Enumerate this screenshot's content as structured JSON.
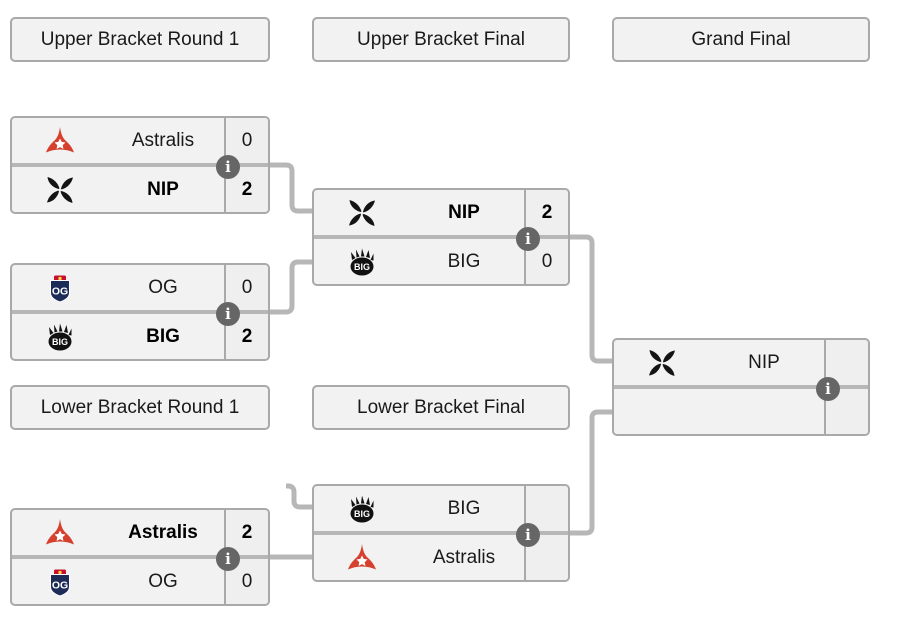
{
  "colors": {
    "box_fill": "#f2f2f2",
    "box_border": "#a9a9a9",
    "connector": "#b7b7b7",
    "info_circle": "#666666",
    "astralis_red": "#d6402e",
    "og_navy": "#1d2b57",
    "og_red": "#c8102e",
    "team_black": "#141414"
  },
  "icons": {
    "info": "i"
  },
  "headers": {
    "ub_r1": "Upper Bracket Round 1",
    "ub_final": "Upper Bracket Final",
    "grand_final": "Grand Final",
    "lb_r1": "Lower Bracket Round 1",
    "lb_final": "Lower Bracket Final"
  },
  "matches": {
    "ub_r1_m1": {
      "top": {
        "name": "Astralis",
        "score": "0",
        "winner": false,
        "logo": "astralis-logo"
      },
      "bottom": {
        "name": "NIP",
        "score": "2",
        "winner": true,
        "logo": "nip-logo"
      }
    },
    "ub_r1_m2": {
      "top": {
        "name": "OG",
        "score": "0",
        "winner": false,
        "logo": "og-logo"
      },
      "bottom": {
        "name": "BIG",
        "score": "2",
        "winner": true,
        "logo": "big-logo"
      }
    },
    "ub_final": {
      "top": {
        "name": "NIP",
        "score": "2",
        "winner": true,
        "logo": "nip-logo"
      },
      "bottom": {
        "name": "BIG",
        "score": "0",
        "winner": false,
        "logo": "big-logo"
      }
    },
    "grand_final": {
      "top": {
        "name": "NIP",
        "score": "",
        "winner": false,
        "logo": "nip-logo"
      },
      "bottom": {
        "name": "",
        "score": "",
        "winner": false,
        "logo": ""
      }
    },
    "lb_r1": {
      "top": {
        "name": "Astralis",
        "score": "2",
        "winner": true,
        "logo": "astralis-logo"
      },
      "bottom": {
        "name": "OG",
        "score": "0",
        "winner": false,
        "logo": "og-logo"
      }
    },
    "lb_final": {
      "top": {
        "name": "BIG",
        "score": "",
        "winner": false,
        "logo": "big-logo"
      },
      "bottom": {
        "name": "Astralis",
        "score": "",
        "winner": false,
        "logo": "astralis-logo"
      }
    }
  }
}
